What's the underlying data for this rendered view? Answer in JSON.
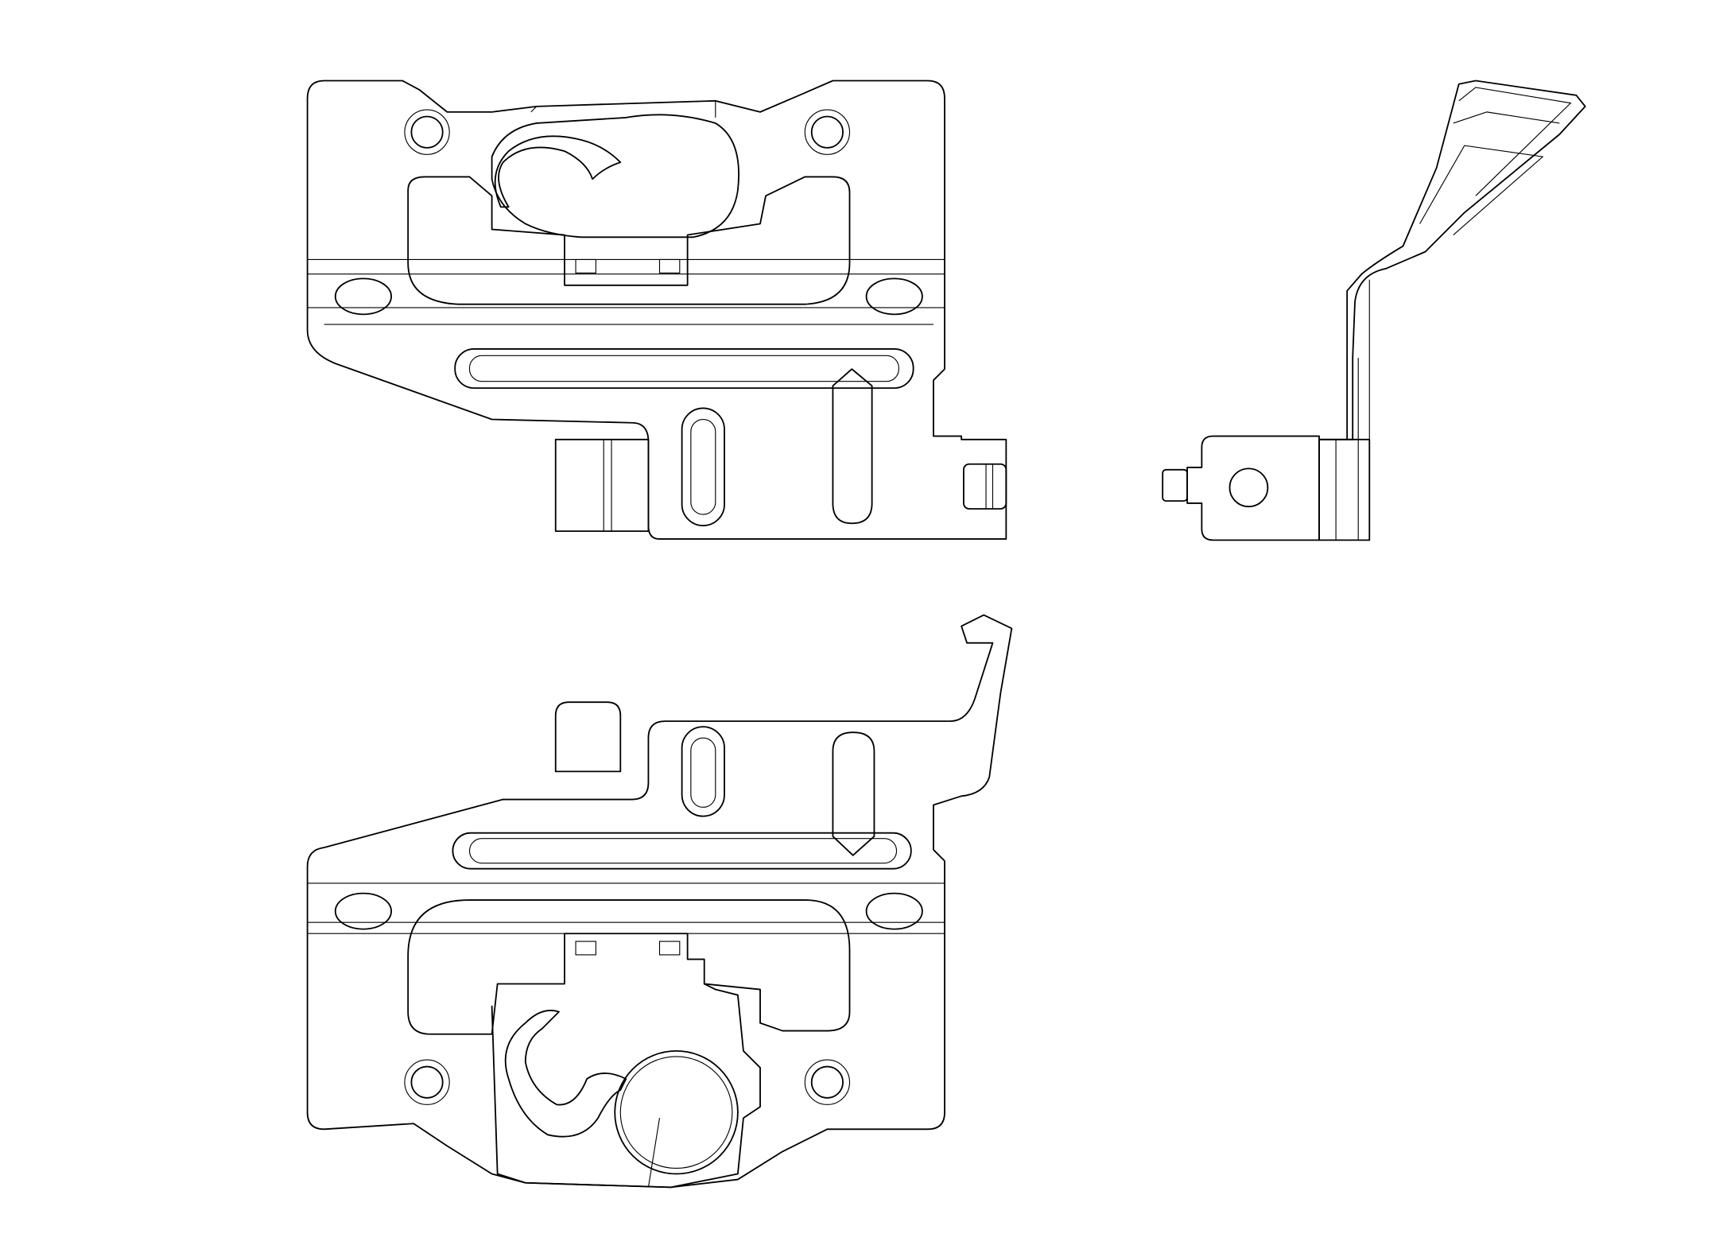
{
  "drawing": {
    "background": "#ffffff",
    "line_color": "#000000",
    "views": [
      "front-view",
      "side-view",
      "rear-view"
    ]
  }
}
